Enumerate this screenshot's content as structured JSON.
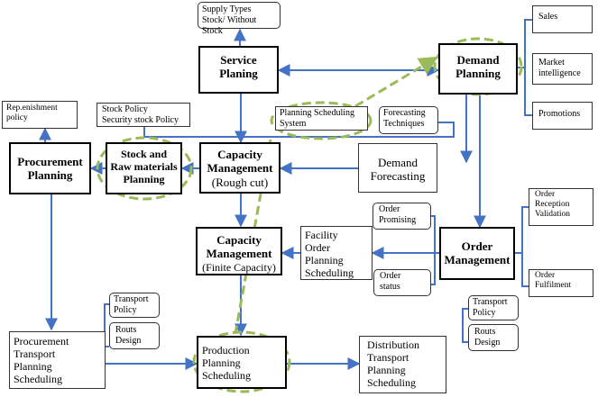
{
  "nodes": {
    "supply_types": "Supply Types\nStock/  Without Stock",
    "service_planing": "Service\nPlaning",
    "demand_planning": "Demand\nPlanning",
    "sales": "Sales",
    "market_intelligence": "Market\nintelligence",
    "promotions": "Promotions",
    "replenishment_policy": "Rep.enishment\npolicy",
    "stock_policy": "Stock Policy\nSecurity stock Policy",
    "planning_scheduling_system": "Planning Scheduling\nSystem",
    "forecasting_techniques": "Forecasting\nTechniques",
    "procurement_planning": "Procurement\nPlanning",
    "stock_raw_materials_planning": "Stock and\nRaw materials\nPlanning",
    "capacity_management_rough": "Capacity\nManagement",
    "capacity_management_rough_sub": "(Rough cut)",
    "demand_forecasting": "Demand\nForecasting",
    "order_promising": "Order\nPromising",
    "order_reception_validation": "Order\nReception\nValidation",
    "capacity_management_finite": "Capacity\nManagement",
    "capacity_management_finite_sub": "(Finite Capacity)",
    "facility_order_planning": "Facility\nOrder\nPlanning\nScheduling",
    "order_management": "Order\nManagement",
    "order_status": "Order\nstatus",
    "order_fulfilment": "Order\nFulfilment",
    "transport_policy_left": "Transport\nPolicy",
    "routs_design_left": "Routs\nDesign",
    "transport_policy_right": "Transport\nPolicy",
    "routs_design_right": "Routs\nDesign",
    "procurement_transport": "Procurement\nTransport\nPlanning\nScheduling",
    "production_planning": "Production\nPlanning\nScheduling",
    "distribution_transport": "Distribution\nTransport\nPlanning\nScheduling"
  },
  "colors": {
    "arrow": "#4472c4",
    "highlight": "#9bbb59"
  }
}
